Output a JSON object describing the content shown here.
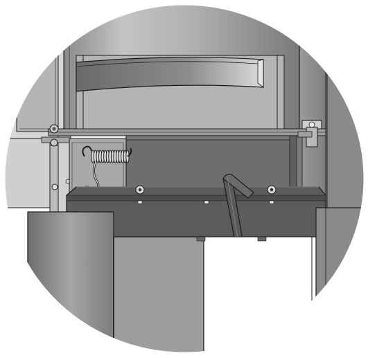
{
  "figure": {
    "kind": "technical-cad-detail",
    "view": "circular-detail-crop",
    "colors": {
      "background": "#ffffff",
      "outline": "#1a1a1a",
      "steel_light": "#c9c9c9",
      "steel_mid": "#a3a3a3",
      "steel_dark": "#6f6f6f",
      "steel_deep": "#555555",
      "plate_top": "#7d7d7d",
      "panel_light": "#d8d8d8",
      "hole": "#2b2b2b"
    },
    "components": [
      "upper-drum-housing",
      "curved-band",
      "top-rail",
      "tension-spring",
      "spring-hook",
      "mounting-bracket",
      "clamp-plate",
      "hex-key",
      "lower-supports"
    ]
  }
}
